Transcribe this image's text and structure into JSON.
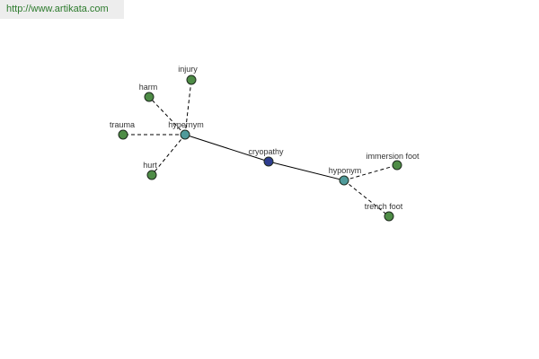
{
  "site": {
    "link_text": "http://www.artikata.com"
  },
  "colors": {
    "leaf_node": "#4e8c46",
    "relation_node": "#4f9a9a",
    "center_node": "#2e3d8f",
    "link_text": "#2c7a2c"
  },
  "graph": {
    "center": "cryopathy",
    "relations": [
      {
        "label": "hypernym",
        "terms": [
          "injury",
          "harm",
          "trauma",
          "hurt"
        ]
      },
      {
        "label": "hyponym",
        "terms": [
          "immersion foot",
          "trench foot"
        ]
      }
    ]
  }
}
